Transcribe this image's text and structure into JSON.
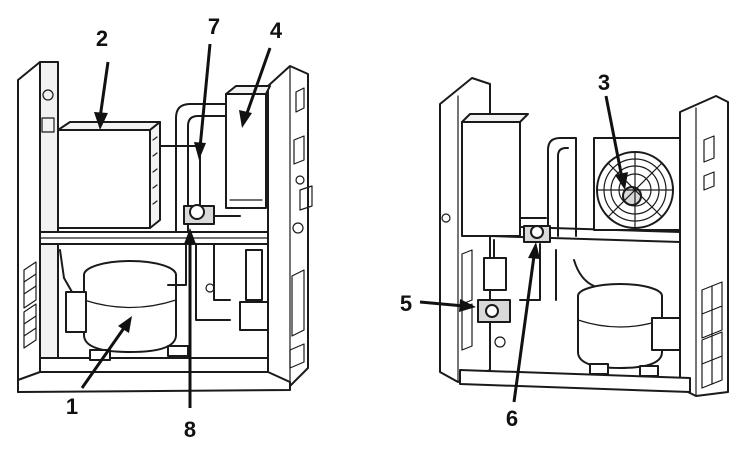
{
  "callouts": {
    "c1": "1",
    "c2": "2",
    "c3": "3",
    "c4": "4",
    "c5": "5",
    "c6": "6",
    "c7": "7",
    "c8": "8"
  },
  "colors": {
    "line": "#1a1a1a",
    "panel_fill": "#f2f2f2",
    "background": "#ffffff"
  }
}
